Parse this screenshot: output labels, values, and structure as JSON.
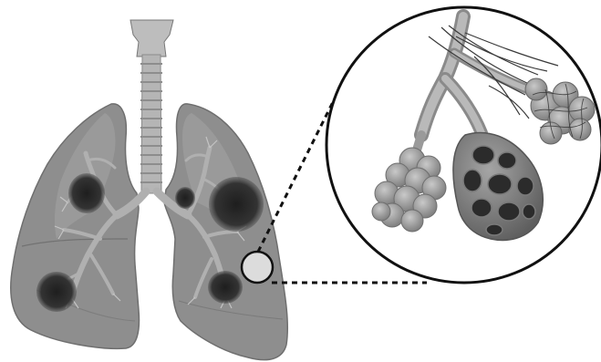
{
  "figure": {
    "kind": "anatomical illustration",
    "panels": [
      {
        "id": "lungs",
        "icon": "lungs-icon",
        "features": [
          "trachea",
          "bronchial-tree",
          "dark-lesions"
        ]
      },
      {
        "id": "alveoli-inset",
        "icon": "alveoli-icon",
        "features": [
          "bronchiole",
          "healthy-alveolar-sac",
          "damaged-alveolar-sac",
          "vessels"
        ]
      }
    ],
    "colors": {
      "lung": "#8c8c8c",
      "lung_light": "#a8a8a8",
      "trachea": "#b8b8b8",
      "lesion": "#2f2f2f",
      "alveolus": "#9a9a9a",
      "outline": "#111111",
      "connector": "#111111"
    }
  }
}
